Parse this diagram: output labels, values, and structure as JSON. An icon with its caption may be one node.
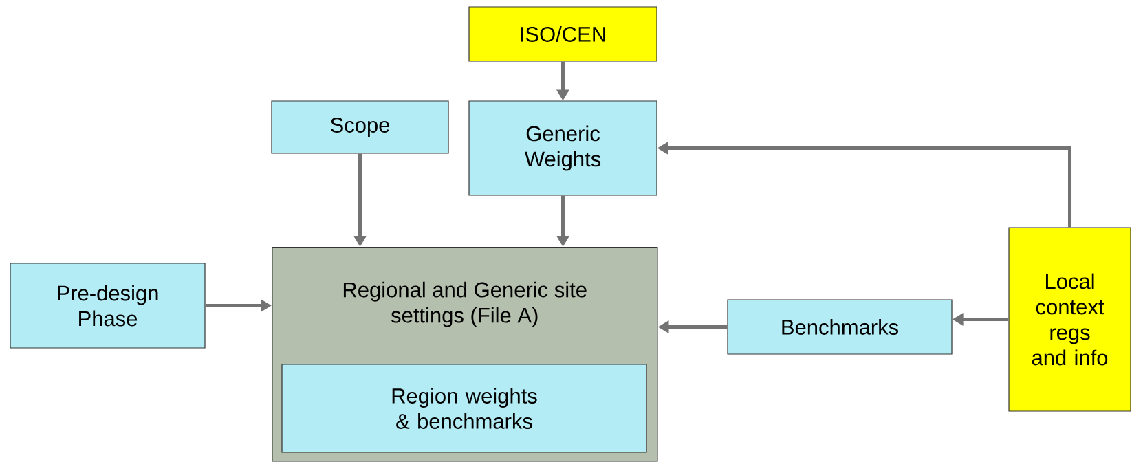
{
  "diagram": {
    "nodes": [
      {
        "text": [
          "ISO/CEN"
        ]
      },
      {
        "text": [
          "Scope"
        ]
      },
      {
        "text": [
          "Generic Weights"
        ]
      },
      {
        "text": [
          "Pre-design Phase"
        ]
      },
      {
        "text": [
          "Regional and Generic site settings (File A)"
        ]
      },
      {
        "text": [
          "Region weights & benchmarks"
        ],
        "in": 4
      },
      {
        "text": [
          "Benchmarks"
        ]
      },
      {
        "text": [
          "Local context regs and info"
        ]
      }
    ],
    "edges": [
      {
        "from": 0,
        "to": 2,
        "arrow": "to"
      },
      {
        "from": 1,
        "to": 4,
        "arrow": "to"
      },
      {
        "from": 2,
        "to": 4,
        "arrow": "to"
      },
      {
        "from": 3,
        "to": 4,
        "arrow": "to"
      },
      {
        "from": 6,
        "to": 4,
        "arrow": "to"
      },
      {
        "from": 7,
        "to": 6,
        "arrow": "to"
      },
      {
        "from": 7,
        "to": 2,
        "arrow": "to"
      }
    ]
  }
}
